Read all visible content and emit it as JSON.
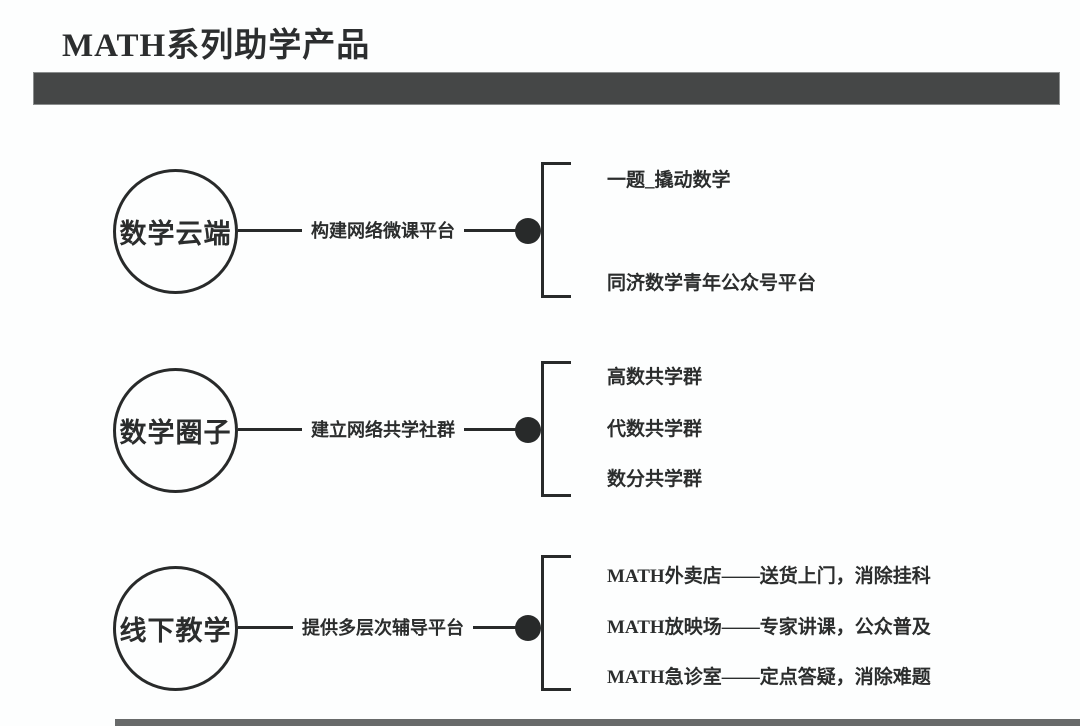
{
  "page": {
    "title": "MATH系列助学产品"
  },
  "colors": {
    "ink": "#282a2a",
    "top_bar": "#454747",
    "bottom_bar": "#4e5050",
    "background": "#fdfefe"
  },
  "groups": [
    {
      "circle": "数学云端",
      "connector": "构建网络微课平台",
      "branches": [
        "一题_撬动数学",
        "同济数学青年公众号平台"
      ]
    },
    {
      "circle": "数学圈子",
      "connector": "建立网络共学社群",
      "branches": [
        "高数共学群",
        "代数共学群",
        "数分共学群"
      ]
    },
    {
      "circle": "线下教学",
      "connector": "提供多层次辅导平台",
      "branches": [
        "MATH外卖店——送货上门，消除挂科",
        "MATH放映场——专家讲课，公众普及",
        "MATH急诊室——定点答疑，消除难题"
      ]
    }
  ]
}
